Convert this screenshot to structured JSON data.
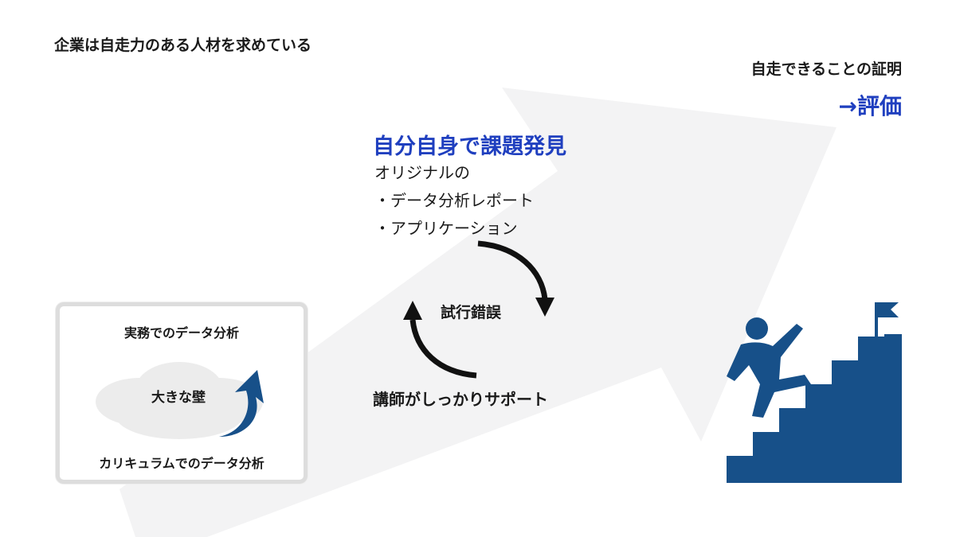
{
  "heading": "企業は自走力のある人材を求めている",
  "proof_label": "自走できることの証明",
  "evaluation_label": "→評価",
  "discovery_title": "自分自身で課題発見",
  "original_items": [
    "オリジナルの",
    "・データ分析レポート",
    "・アプリケーション"
  ],
  "trial_label": "試行錯誤",
  "support_label": "講師がしっかりサポート",
  "box": {
    "top_label": "実務でのデータ分析",
    "wall_label": "大きな壁",
    "bottom_label": "カリキュラムでのデータ分析"
  },
  "colors": {
    "accent_blue": "#1f3fbf",
    "icon_navy": "#175089",
    "arrow_gray": "#f3f3f4"
  }
}
